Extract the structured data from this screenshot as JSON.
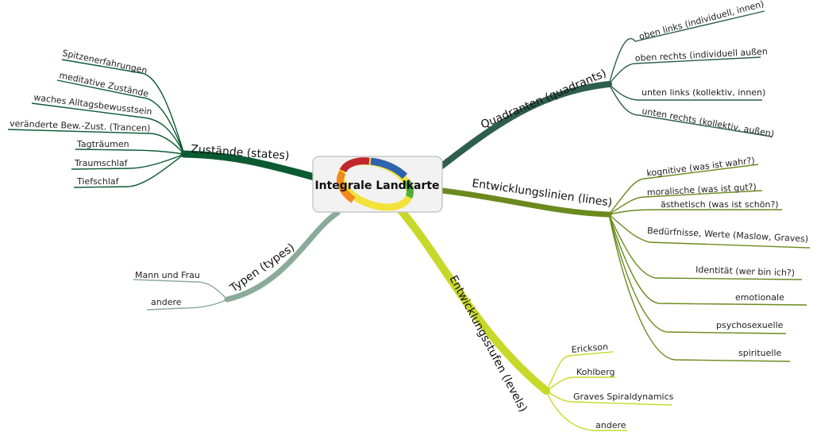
{
  "center": {
    "label": "Integrale Landkarte"
  },
  "colors": {
    "states": "#0b5a32",
    "quadrants": "#2e5e4e",
    "lines": "#6a8a1e",
    "levels": "#c8d82a",
    "types": "#8aab9a",
    "logo_red": "#c0262c",
    "logo_blue": "#2f63b0",
    "logo_green": "#4fae3a",
    "logo_yellow": "#f2e23a",
    "logo_orange": "#f08a1c"
  },
  "branches": {
    "states": {
      "label": "Zustände (states)",
      "items": [
        "Spitzenerfahrungen",
        "meditative Zustände",
        "waches Alltagsbewusstsein",
        "veränderte Bew.-Zust. (Trancen)",
        "Tagträumen",
        "Traumschlaf",
        "Tiefschlaf"
      ]
    },
    "quadrants": {
      "label": "Quadranten (quadrants)",
      "items": [
        "oben links (individuell, innen)",
        "oben rechts (individuell außen",
        "unten links (kollektiv, innen)",
        "unten rechts (kollektiv, außen)"
      ]
    },
    "lines": {
      "label": "Entwicklungslinien (lines)",
      "items": [
        "kognitive (was ist wahr?)",
        "moralische (was ist gut?)",
        "ästhetisch (was ist schön?)",
        "Bedürfnisse, Werte (Maslow, Graves)",
        "Identität (wer bin ich?)",
        "emotionale",
        "psychosexuelle",
        "spirituelle"
      ]
    },
    "levels": {
      "label": "Entwicklungsstufen (levels)",
      "items": [
        "Erickson",
        "Kohlberg",
        "Graves Spiraldynamics",
        "andere"
      ]
    },
    "types": {
      "label": "Typen (types)",
      "items": [
        "Mann und Frau",
        "andere"
      ]
    }
  }
}
